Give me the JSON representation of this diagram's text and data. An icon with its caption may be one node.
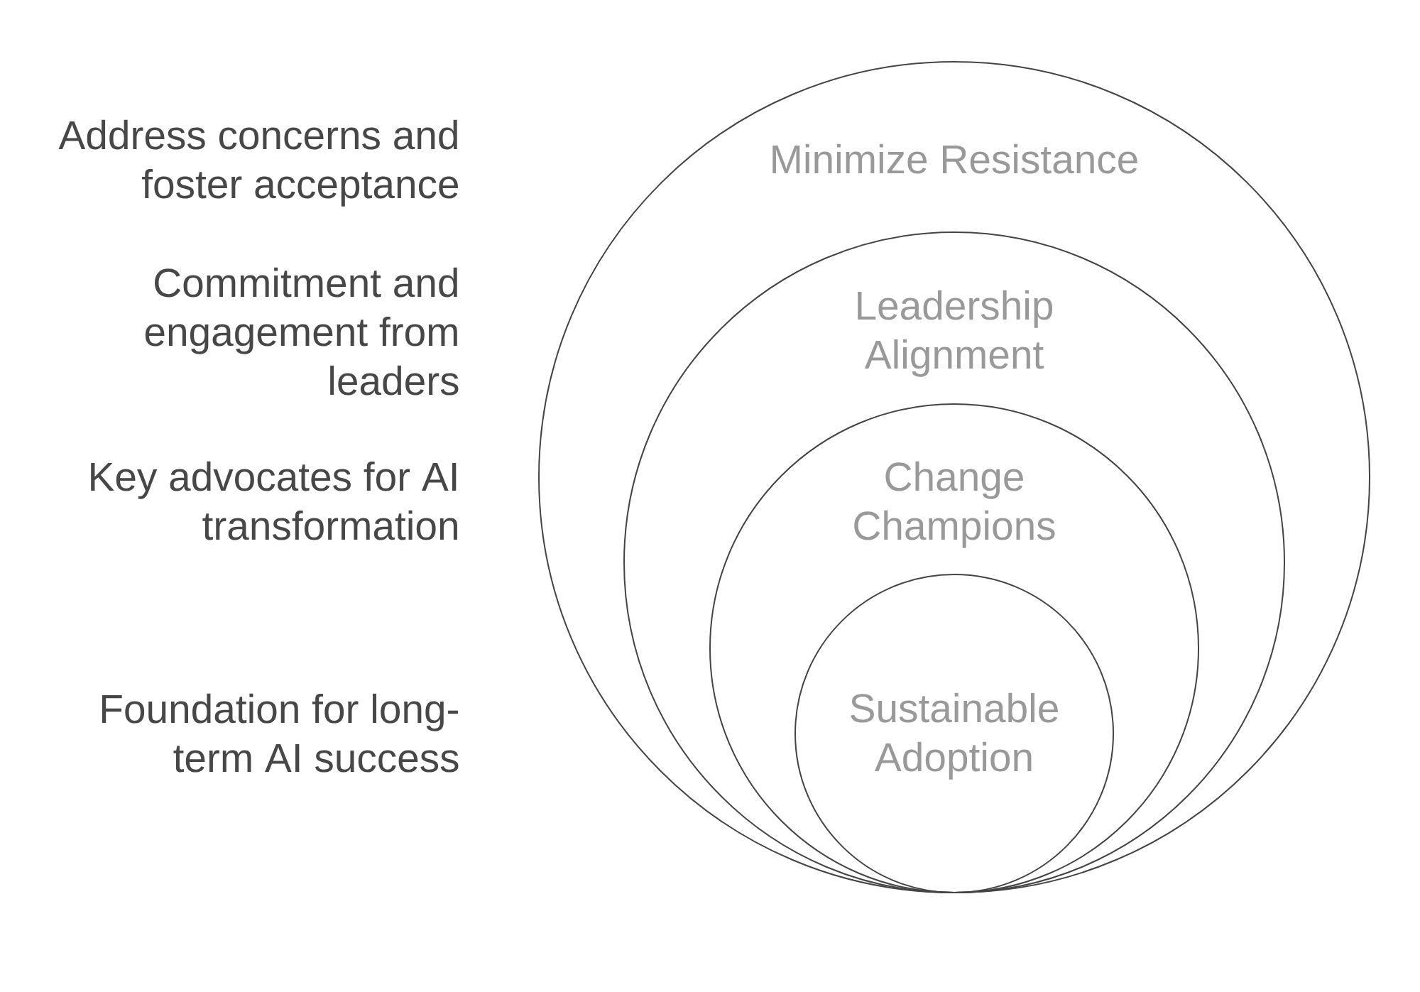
{
  "diagram": {
    "nodes": [
      {
        "text": [
          "Minimize Resistance"
        ]
      },
      {
        "text": [
          "Leadership Alignment"
        ],
        "in": 0
      },
      {
        "text": [
          "Change Champions"
        ],
        "in": 1
      },
      {
        "text": [
          "Sustainable Adoption"
        ],
        "in": 2
      }
    ],
    "labels": [
      "Address concerns and foster acceptance",
      "Commitment and engagement from leaders",
      "Key advocates for AI transformation",
      "Foundation for long-term AI success"
    ]
  }
}
